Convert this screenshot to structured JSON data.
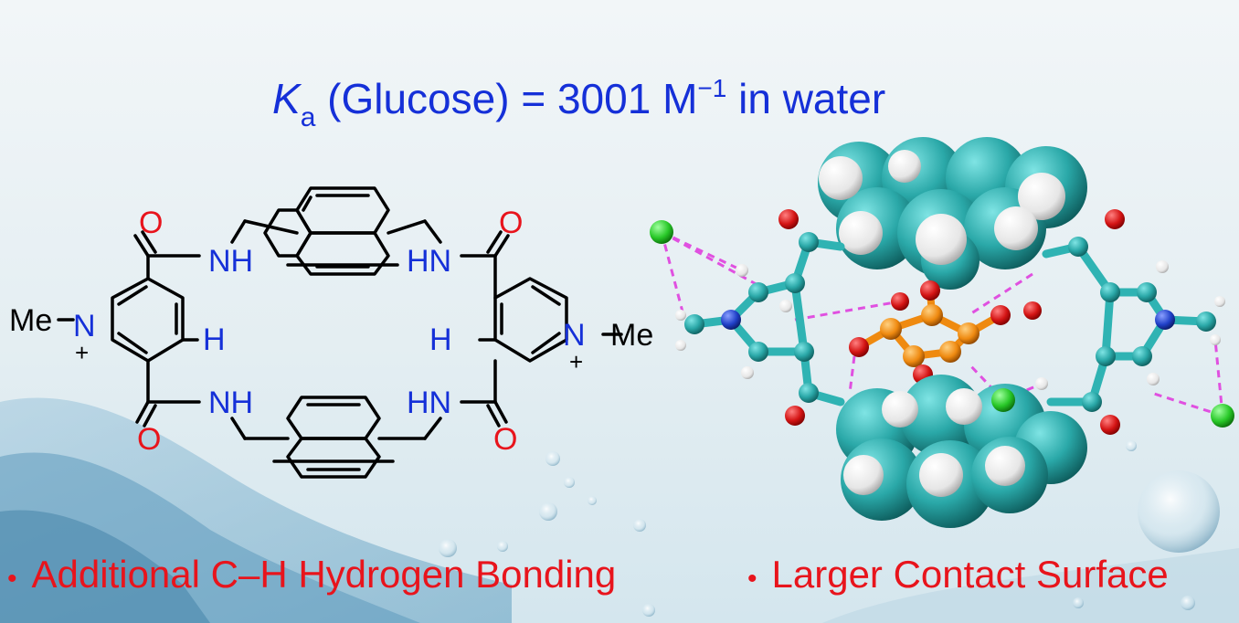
{
  "title": {
    "symbol": "K",
    "subscript": "a",
    "text": " (Glucose) = 3001 M",
    "superscript": "−1",
    "suffix": " in water"
  },
  "structure_labels": {
    "oxygen": "O",
    "nh": "NH",
    "hn": "HN",
    "n": "N",
    "h": "H",
    "me_left": "Me",
    "me_right": "Me",
    "plus": "+"
  },
  "bullets": [
    {
      "marker": "•",
      "text": "Additional C–H Hydrogen Bonding"
    },
    {
      "marker": "•",
      "text": "Larger Contact Surface"
    }
  ],
  "colors": {
    "title": "#1530d8",
    "bullet": "#e8141c",
    "oxygen": "#e8141c",
    "nitrogen": "#1530d8",
    "bond": "#000000",
    "teal_atom": "#2fb3b3",
    "hydrogen_atom": "#f4f4f4",
    "oxygen_atom": "#d41414",
    "nitrogen_atom": "#2040c8",
    "phosphorus_atom": "#ef8a10",
    "chloride_atom": "#28c828",
    "hbond": "#e050e0"
  }
}
